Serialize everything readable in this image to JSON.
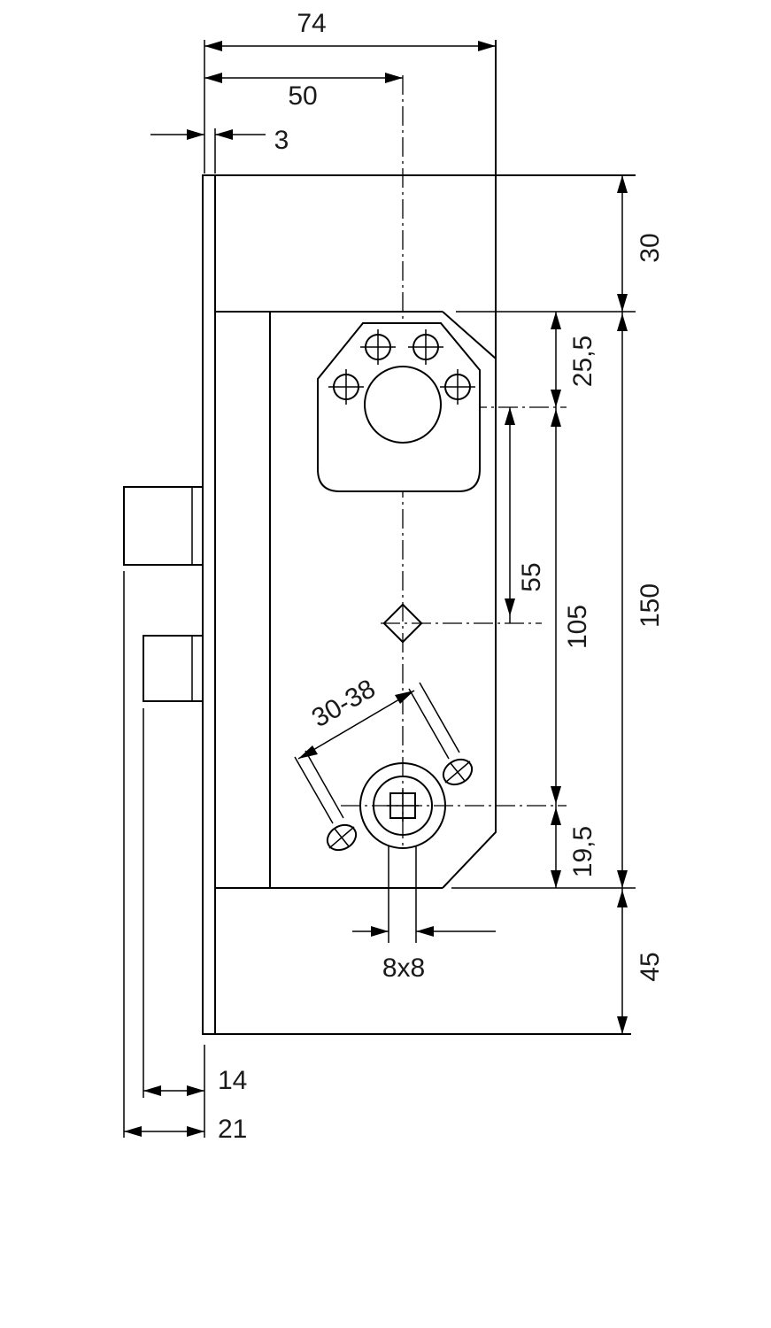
{
  "drawing": {
    "dimensions": {
      "overall_depth": "74",
      "backset": "50",
      "faceplate_thickness": "3",
      "top_offset": "30",
      "top_to_cylinder": "25,5",
      "cylinder_to_spindle": "105",
      "total_case_height": "150",
      "cylinder_to_lever": "55",
      "spindle_to_bottom": "19,5",
      "bottom_offset": "45",
      "rose_screw_spacing": "30-38",
      "spindle_square": "8x8",
      "deadbolt_projection": "14",
      "latch_projection": "21"
    }
  }
}
